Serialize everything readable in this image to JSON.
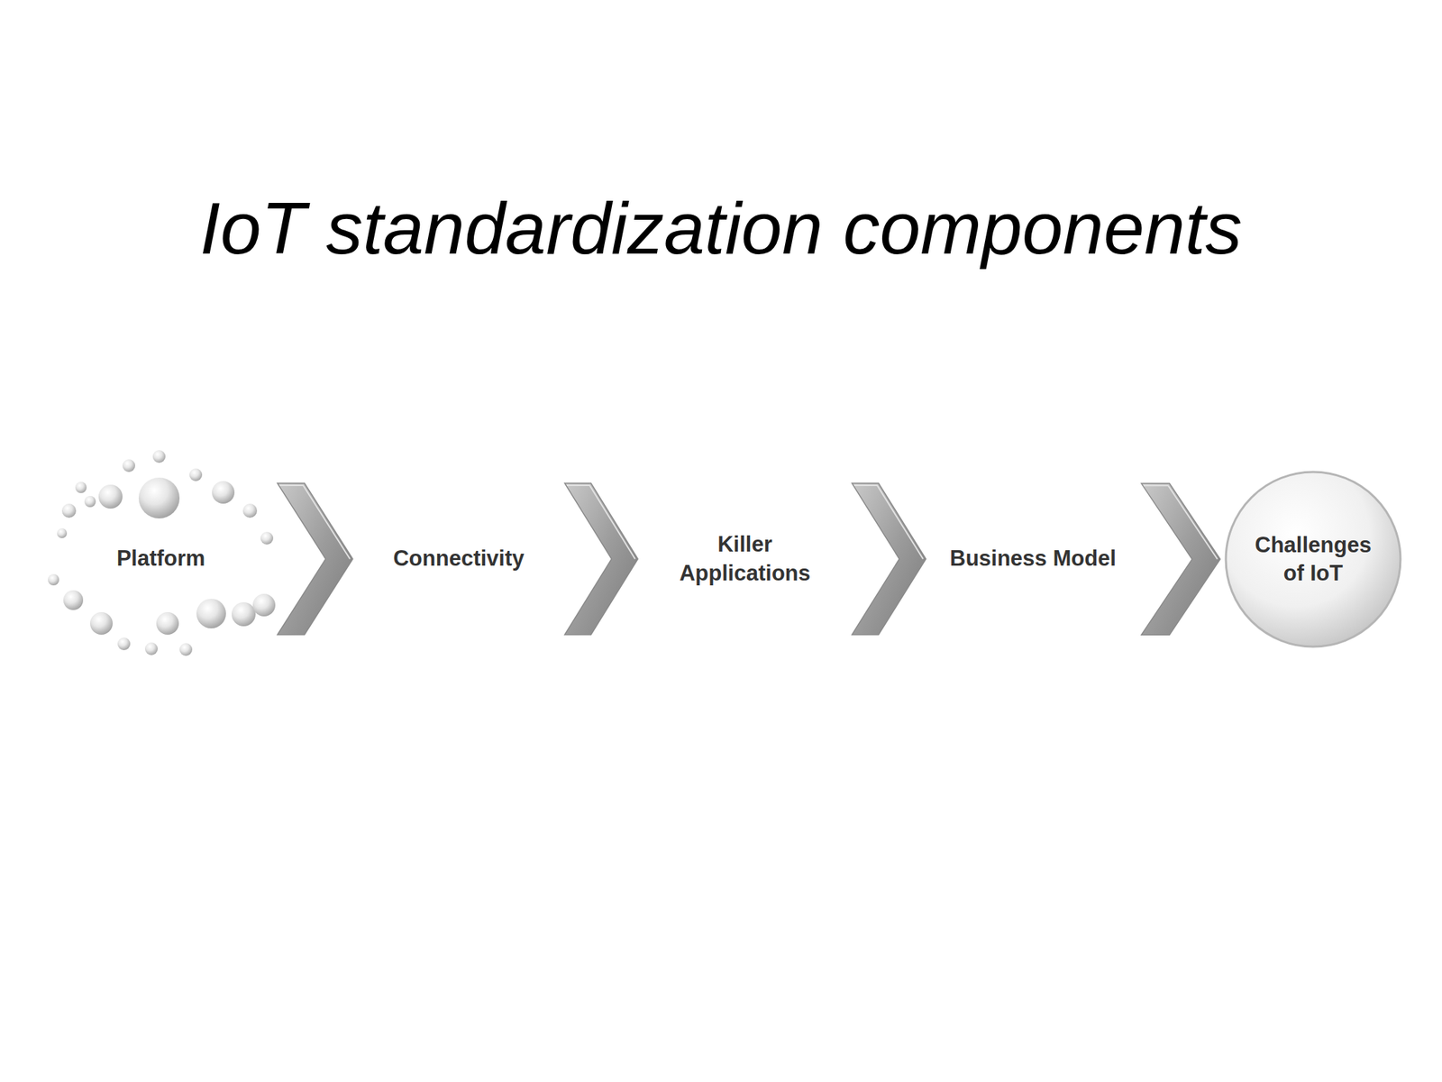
{
  "diagram": {
    "title": "IoT standardization components",
    "nodes": [
      {
        "text": [
          "Platform"
        ]
      },
      {
        "text": [
          "Connectivity"
        ]
      },
      {
        "text": [
          "Killer Applications"
        ]
      },
      {
        "text": [
          "Business Model"
        ]
      },
      {
        "text": [
          "Challenges of IoT"
        ]
      }
    ],
    "edges": [
      {
        "from": 0,
        "to": 1,
        "arrow": "to"
      },
      {
        "from": 1,
        "to": 2,
        "arrow": "to"
      },
      {
        "from": 2,
        "to": 3,
        "arrow": "to"
      },
      {
        "from": 3,
        "to": 4,
        "arrow": "to"
      }
    ]
  }
}
